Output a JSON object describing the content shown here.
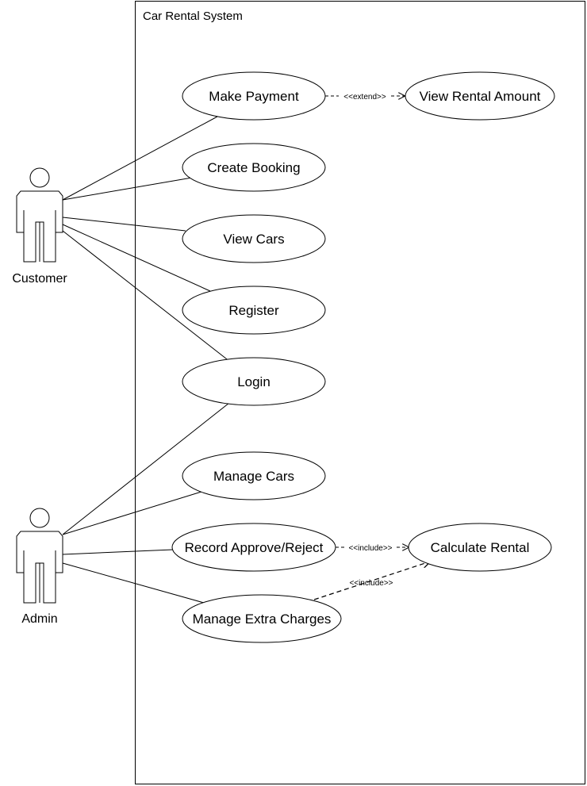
{
  "system": {
    "title": "Car Rental System"
  },
  "actors": {
    "customer": "Customer",
    "admin": "Admin"
  },
  "use_cases": {
    "make_payment": "Make Payment",
    "view_rental_amount": "View Rental Amount",
    "create_booking": "Create Booking",
    "view_cars": "View Cars",
    "register": "Register",
    "login": "Login",
    "manage_cars": "Manage Cars",
    "record_approve_reject": "Record Approve/Reject",
    "calculate_rental": "Calculate Rental",
    "manage_extra_charges": "Manage Extra Charges"
  },
  "relations": {
    "extend": "<<extend>>",
    "include_1": "<<include>>",
    "include_2": "<<include>>"
  }
}
